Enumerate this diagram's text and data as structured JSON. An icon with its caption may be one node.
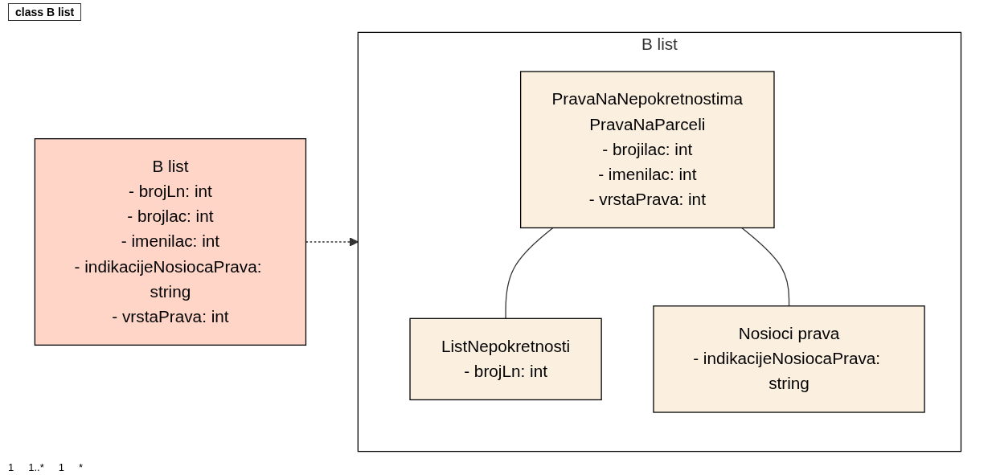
{
  "diagram": {
    "title": "class B list",
    "nodes": [
      {
        "text": [
          "B list",
          "- brojLn: int",
          "- brojlac: int",
          "- imenilac: int",
          "- indikacijeNosiocaPrava: string",
          "- vrstaPrava: int"
        ]
      },
      {
        "text": [
          "B list"
        ]
      },
      {
        "text": [
          "PravaNaNepokretnostima",
          "PravaNaParceli",
          "- brojilac: int",
          "- imenilac: int",
          "- vrstaPrava: int"
        ],
        "in": 1
      },
      {
        "text": [
          "ListNepokretnosti",
          "- brojLn: int"
        ],
        "in": 1
      },
      {
        "text": [
          "Nosioci prava",
          "- indikacijeNosiocaPrava: string"
        ],
        "in": 1
      }
    ],
    "edges": [
      {
        "from": 0,
        "to": 1,
        "arrow": "to",
        "style": "dashed"
      },
      {
        "from": 2,
        "to": 3,
        "arrow": "none"
      },
      {
        "from": 2,
        "to": 4,
        "arrow": "none"
      }
    ],
    "labels": [
      "1",
      "1..*",
      "1",
      "*"
    ]
  }
}
